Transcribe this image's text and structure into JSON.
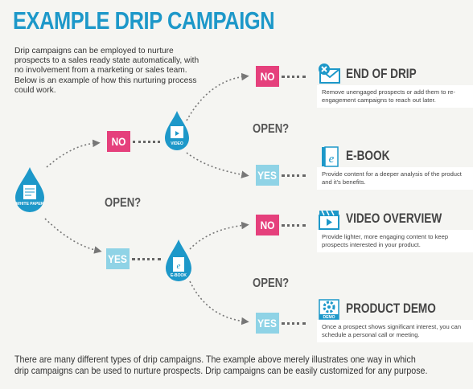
{
  "title": "EXAMPLE DRIP CAMPAIGN",
  "intro": "Drip campaigns can be employed to nurture prospects to a sales ready state automatically, with no involvement from a marketing or sales team. Below is an example of how this nurturing process could work.",
  "footer": "There are many different types of drip campaigns. The example above merely illustrates one way in which drip campaigns can be used to nurture prospects. Drip campaigns can be easily customized for any purpose.",
  "start": {
    "label": "WHITE PAPER",
    "icon": "document-icon"
  },
  "open_labels": [
    "OPEN?",
    "OPEN?",
    "OPEN?"
  ],
  "steps": {
    "no_top": "NO",
    "yes_bottom": "YES",
    "video_drop": "VIDEO",
    "ebook_drop": "E-BOOK",
    "no_1": "NO",
    "yes_1": "YES",
    "no_2": "NO",
    "yes_2": "YES"
  },
  "results": [
    {
      "title": "END OF DRIP",
      "icon": "close-mail-icon",
      "desc": "Remove unengaged prospects or add them to re-engagement campaigns to reach out later."
    },
    {
      "title": "E-BOOK",
      "icon": "ebook-icon",
      "desc": "Provide content for a deeper analysis of the product and it's benefits."
    },
    {
      "title": "VIDEO OVERVIEW",
      "icon": "video-icon",
      "desc": "Provide lighter, more engaging content to keep prospects interested in your product."
    },
    {
      "title": "PRODUCT DEMO",
      "icon": "demo-gear-icon",
      "icon_label": "DEMO",
      "desc": "Once a prospect shows significant interest, you can schedule a personal call or meeting."
    }
  ],
  "colors": {
    "title": "#1d98c9",
    "drop": "#1d98c9",
    "no": "#e5407c",
    "yes": "#8fd3e6"
  }
}
